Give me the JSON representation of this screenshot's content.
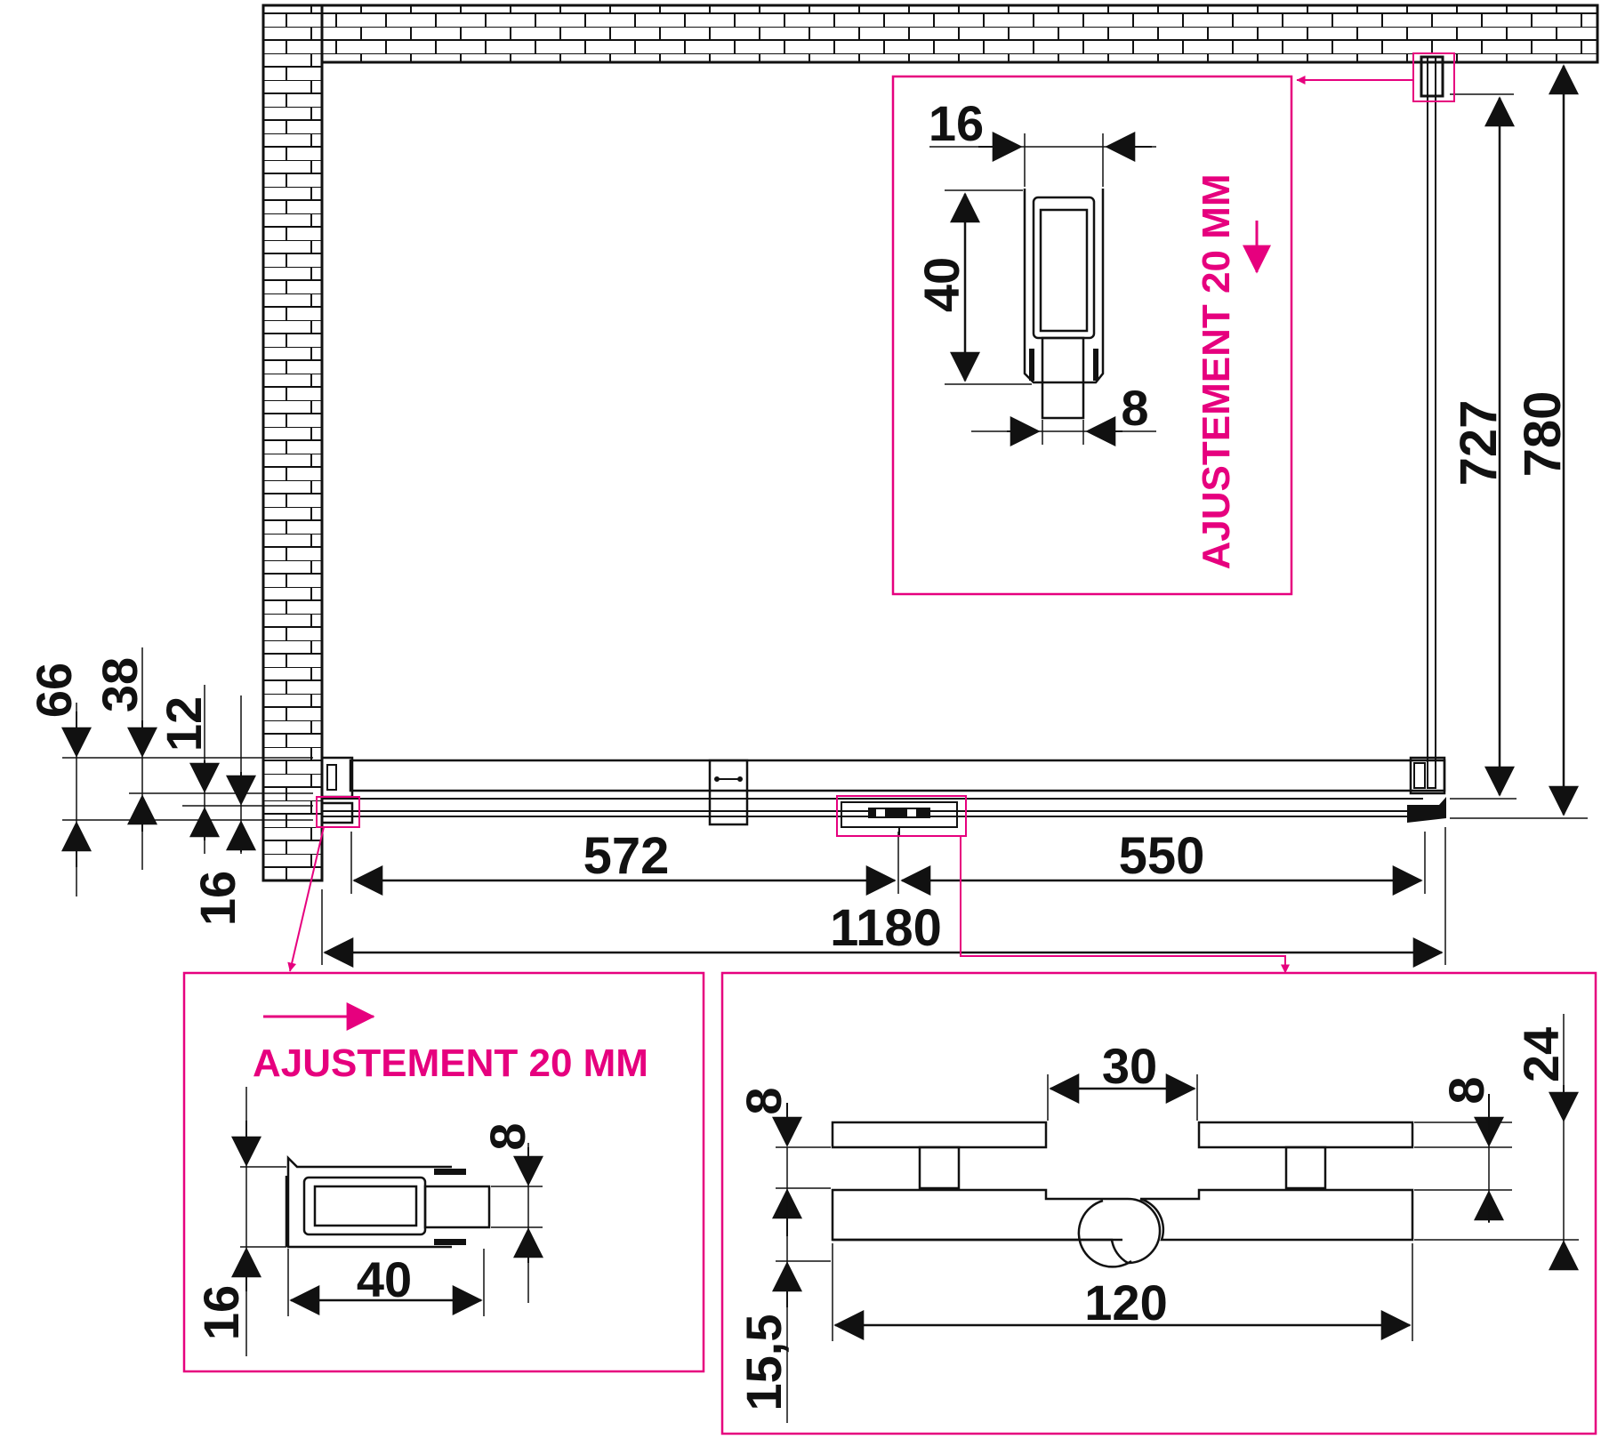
{
  "colors": {
    "ink": "#111111",
    "accent": "#e6007e",
    "background": "#ffffff"
  },
  "plan": {
    "width_1180": "1180",
    "span_572": "572",
    "span_550": "550",
    "height_727": "727",
    "height_780": "780",
    "left_66": "66",
    "left_38": "38",
    "left_12": "12",
    "left_16": "16"
  },
  "detail_top_right": {
    "note": "AJUSTEMENT 20 MM",
    "dim_16": "16",
    "dim_40": "40",
    "dim_8": "8"
  },
  "detail_bottom_left": {
    "note": "AJUSTEMENT 20 MM",
    "dim_8": "8",
    "dim_40": "40",
    "dim_16": "16"
  },
  "detail_bottom_right": {
    "dim_30": "30",
    "dim_8_left": "8",
    "dim_8_right": "8",
    "dim_24": "24",
    "dim_15_5": "15,5",
    "dim_120": "120"
  }
}
